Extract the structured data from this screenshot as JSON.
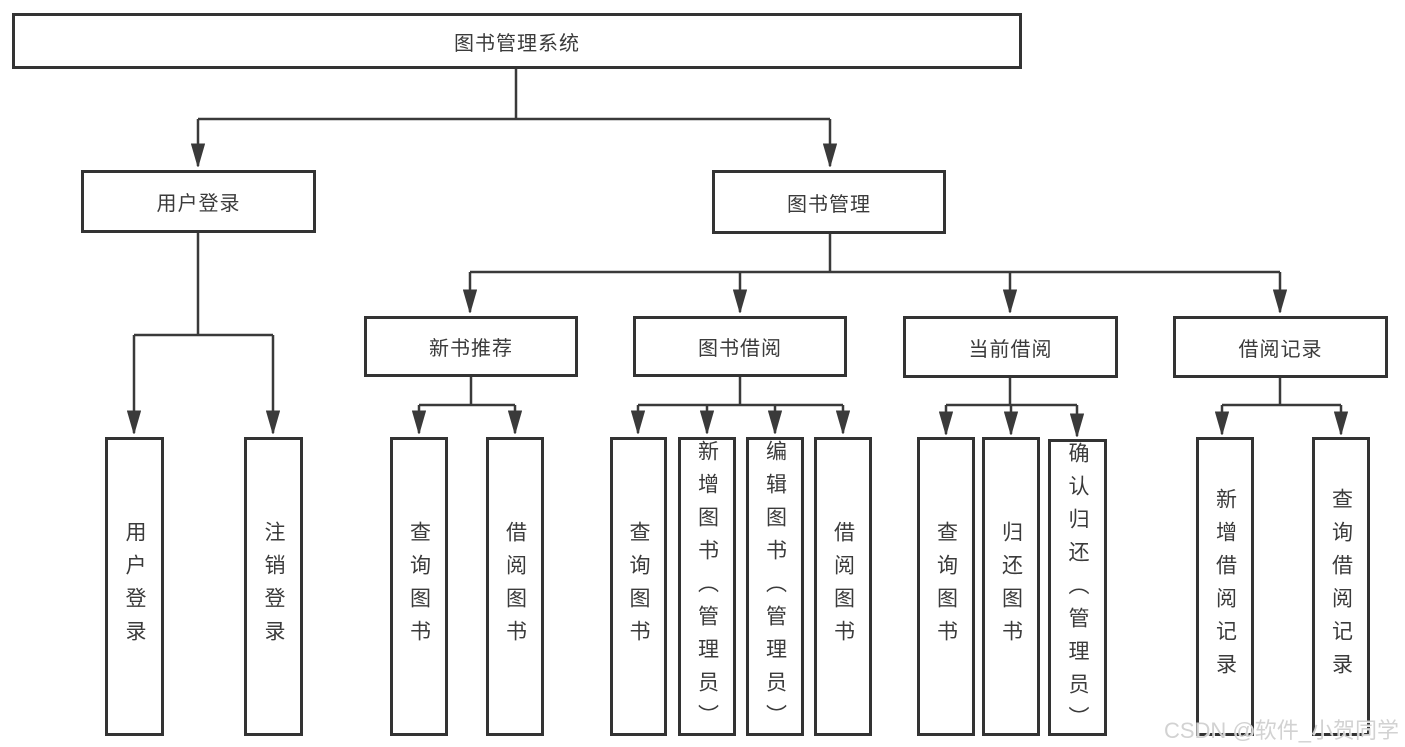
{
  "diagram_type": "hierarchy-tree",
  "colors": {
    "line": "#3a3a3a",
    "box_border": "#333333",
    "box_background": "#ffffff",
    "text": "#3b3b3b",
    "watermark_text": "#d0d0d0"
  },
  "watermark": {
    "text": "CSDN @软件_小贺同学"
  },
  "tree": {
    "label": "图书管理系统",
    "children": [
      {
        "label": "用户登录",
        "children": [
          {
            "label": "用户登录"
          },
          {
            "label": "注销登录"
          }
        ]
      },
      {
        "label": "图书管理",
        "children": [
          {
            "label": "新书推荐",
            "children": [
              {
                "label": "查询图书"
              },
              {
                "label": "借阅图书"
              }
            ]
          },
          {
            "label": "图书借阅",
            "children": [
              {
                "label": "查询图书"
              },
              {
                "label": "新增图书（管理员）"
              },
              {
                "label": "编辑图书（管理员）"
              },
              {
                "label": "借阅图书"
              }
            ]
          },
          {
            "label": "当前借阅",
            "children": [
              {
                "label": "查询图书"
              },
              {
                "label": "归还图书"
              },
              {
                "label": "确认归还（管理员）"
              }
            ]
          },
          {
            "label": "借阅记录",
            "children": [
              {
                "label": "新增借阅记录"
              },
              {
                "label": "查询借阅记录"
              }
            ]
          }
        ]
      }
    ]
  }
}
